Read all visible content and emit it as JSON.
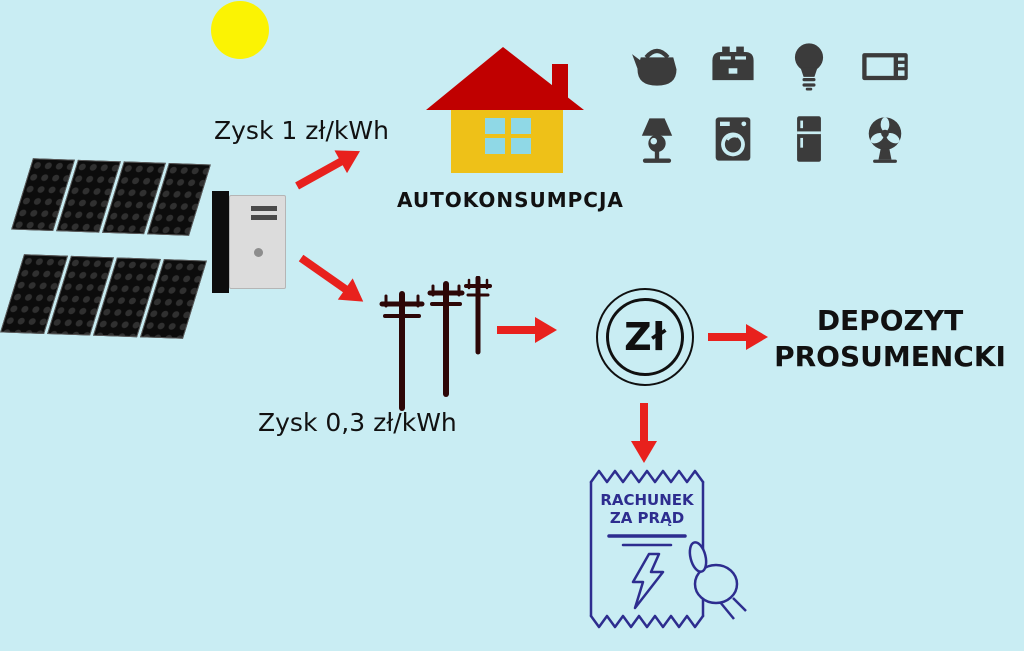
{
  "title": "Prosument solar energy flow diagram",
  "colors": {
    "background": "#c9edf3",
    "arrow_red": "#e8211d",
    "sun_yellow": "#fbf303",
    "roof_red": "#c00000",
    "house_yellow": "#eec118",
    "window_cyan": "#8fd8e6",
    "appliance_gray": "#3b3b3b",
    "pole_maroon": "#2d0707",
    "receipt_navy": "#2d2d8f",
    "text_black": "#111111"
  },
  "labels": {
    "profit_self_consumption": "Zysk 1 zł/kWh",
    "profit_grid": "Zysk 0,3 zł/kWh",
    "autoconsumption": "AUTOKONSUMPCJA",
    "coin_currency": "Zł",
    "deposit_line1": "DEPOZYT",
    "deposit_line2": "PROSUMENCKI",
    "receipt_line1": "RACHUNEK",
    "receipt_line2": "ZA PRĄD"
  },
  "icons": {
    "scene": [
      "sun",
      "solar-panel",
      "solar-panel",
      "inverter",
      "house",
      "power-lines",
      "zloty-coin",
      "electricity-bill-in-hand"
    ],
    "appliances": [
      "kettle",
      "toaster",
      "light-bulb",
      "microwave",
      "table-lamp",
      "washing-machine",
      "refrigerator",
      "fan"
    ]
  }
}
